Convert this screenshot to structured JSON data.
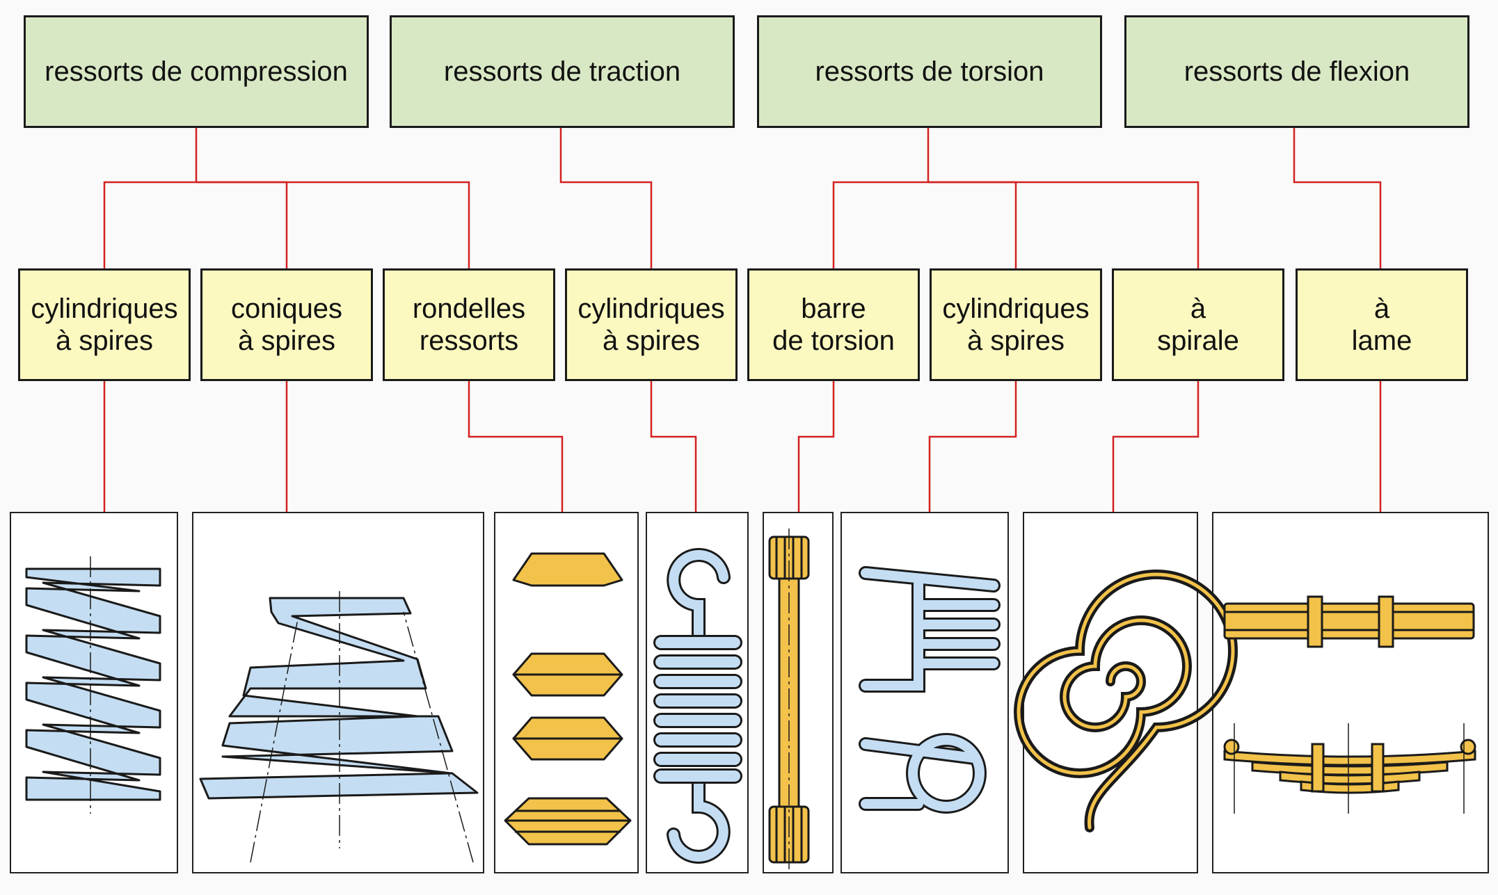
{
  "categories": [
    {
      "label": "ressorts de compression"
    },
    {
      "label": "ressorts de traction"
    },
    {
      "label": "ressorts de torsion"
    },
    {
      "label": "ressorts de flexion"
    }
  ],
  "subtypes": [
    {
      "line1": "cylindriques",
      "line2": "à spires"
    },
    {
      "line1": "coniques",
      "line2": "à spires"
    },
    {
      "line1": "rondelles",
      "line2": "ressorts"
    },
    {
      "line1": "cylindriques",
      "line2": "à spires"
    },
    {
      "line1": "barre",
      "line2": "de torsion"
    },
    {
      "line1": "cylindriques",
      "line2": "à spires"
    },
    {
      "line1": "à",
      "line2": "spirale"
    },
    {
      "line1": "à",
      "line2": "lame"
    }
  ],
  "colors": {
    "category_fill": "#d9e8c4",
    "subtype_fill": "#fbf9c0",
    "connector": "#d42020",
    "spring_blue": "#c4ddf2",
    "spring_gold": "#f2c24a"
  }
}
